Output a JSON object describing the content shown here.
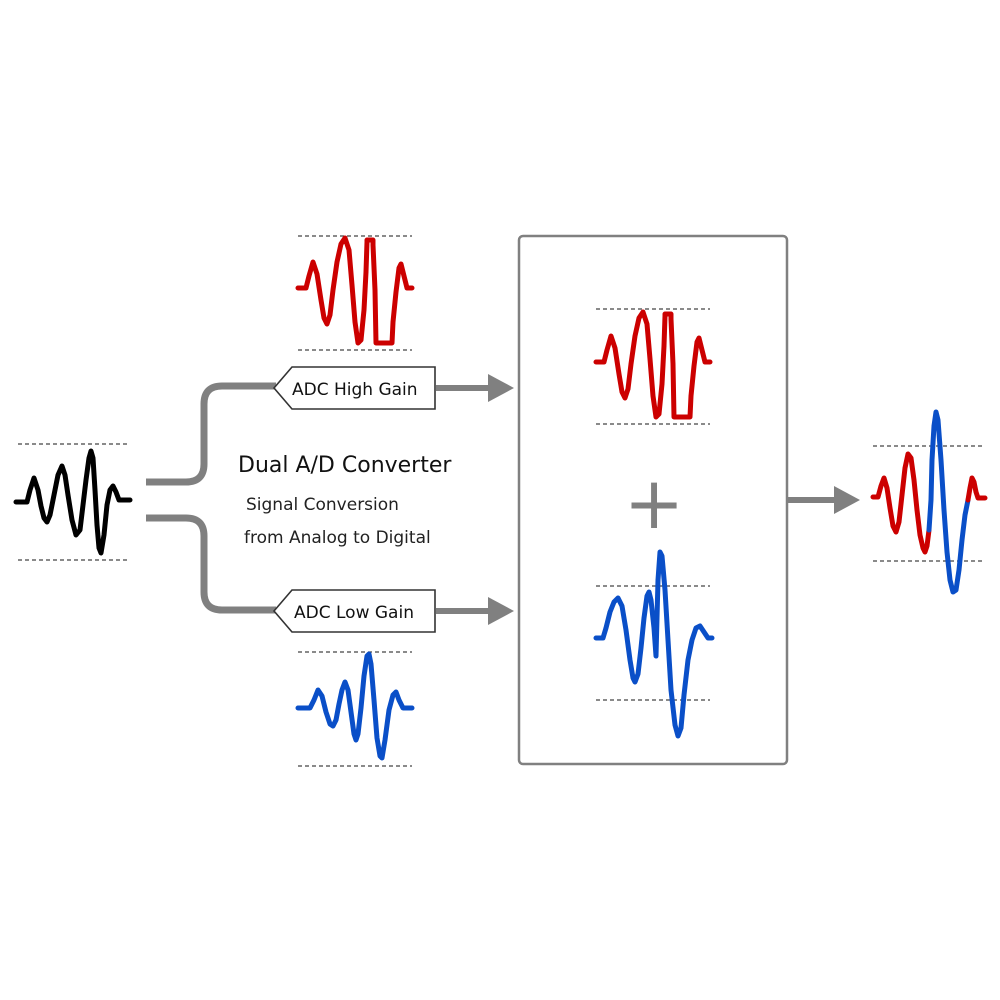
{
  "diagram": {
    "title": "Dual A/D Converter",
    "subtitle_line1": "Signal Conversion",
    "subtitle_line2": "from Analog to Digital",
    "adc_high_label": "ADC High Gain",
    "adc_low_label": "ADC Low Gain",
    "combine_symbol": "+"
  },
  "colors": {
    "input_wave": "#000000",
    "high_gain_wave": "#cc0000",
    "low_gain_wave": "#0a4fc8",
    "arrows": "#808080"
  }
}
